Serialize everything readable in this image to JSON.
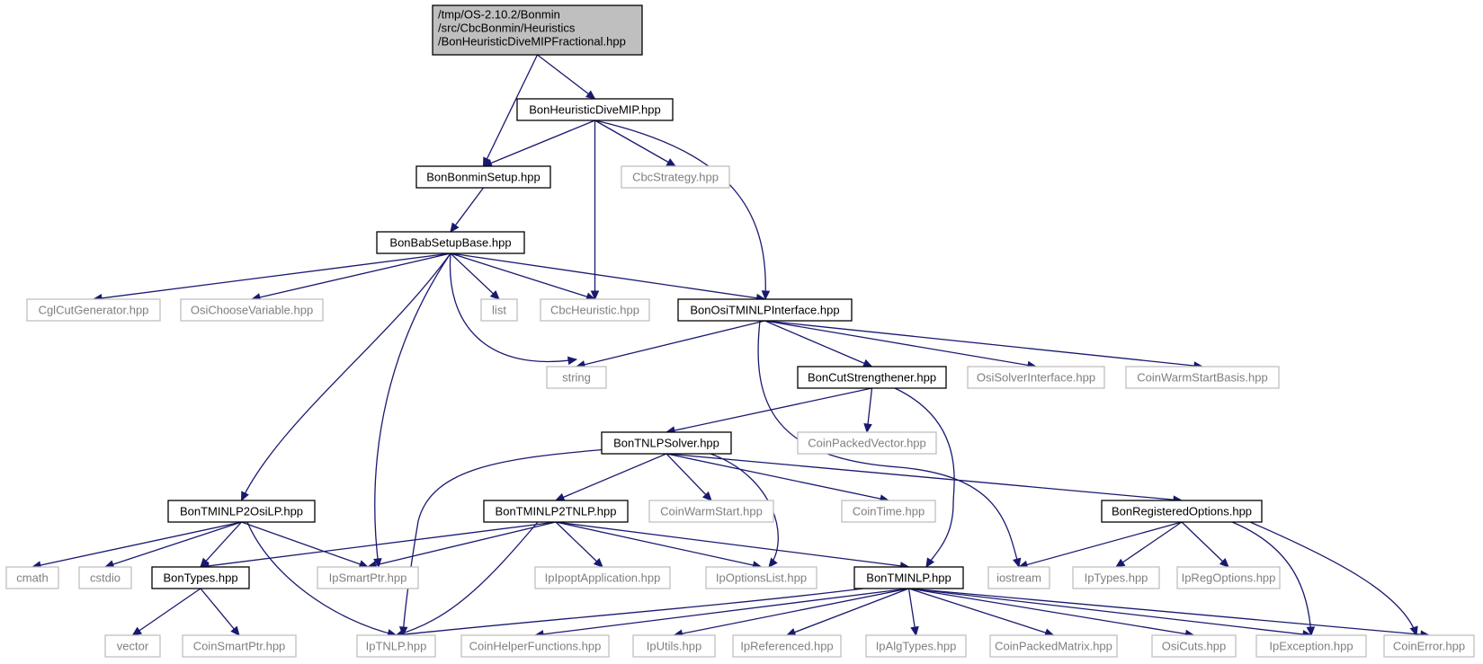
{
  "root": {
    "id": "root",
    "lines": [
      "/tmp/OS-2.10.2/Bonmin",
      "/src/CbcBonmin/Heuristics",
      "/BonHeuristicDiveMIPFractional.hpp"
    ]
  },
  "nodes": [
    {
      "id": "n_divemip",
      "label": "BonHeuristicDiveMIP.hpp",
      "style": "solid"
    },
    {
      "id": "n_bonminsetup",
      "label": "BonBonminSetup.hpp",
      "style": "solid"
    },
    {
      "id": "n_cbcstrategy",
      "label": "CbcStrategy.hpp",
      "style": "missing"
    },
    {
      "id": "n_babsetup",
      "label": "BonBabSetupBase.hpp",
      "style": "solid"
    },
    {
      "id": "n_cglcut",
      "label": "CglCutGenerator.hpp",
      "style": "missing"
    },
    {
      "id": "n_osichoose",
      "label": "OsiChooseVariable.hpp",
      "style": "missing"
    },
    {
      "id": "n_list",
      "label": "list",
      "style": "missing"
    },
    {
      "id": "n_cbcheur",
      "label": "CbcHeuristic.hpp",
      "style": "missing"
    },
    {
      "id": "n_ositminlp",
      "label": "BonOsiTMINLPInterface.hpp",
      "style": "solid"
    },
    {
      "id": "n_string",
      "label": "string",
      "style": "missing"
    },
    {
      "id": "n_cutstr",
      "label": "BonCutStrengthener.hpp",
      "style": "solid"
    },
    {
      "id": "n_osisolver",
      "label": "OsiSolverInterface.hpp",
      "style": "missing"
    },
    {
      "id": "n_coinwsbasis",
      "label": "CoinWarmStartBasis.hpp",
      "style": "missing"
    },
    {
      "id": "n_coinpackedvec",
      "label": "CoinPackedVector.hpp",
      "style": "missing"
    },
    {
      "id": "n_tnlpsolver",
      "label": "BonTNLPSolver.hpp",
      "style": "solid"
    },
    {
      "id": "n_tminlp2osilp",
      "label": "BonTMINLP2OsiLP.hpp",
      "style": "solid"
    },
    {
      "id": "n_tminlp2tnlp",
      "label": "BonTMINLP2TNLP.hpp",
      "style": "solid"
    },
    {
      "id": "n_coinws",
      "label": "CoinWarmStart.hpp",
      "style": "missing"
    },
    {
      "id": "n_cointime",
      "label": "CoinTime.hpp",
      "style": "missing"
    },
    {
      "id": "n_regopts",
      "label": "BonRegisteredOptions.hpp",
      "style": "solid"
    },
    {
      "id": "n_cmath",
      "label": "cmath",
      "style": "missing"
    },
    {
      "id": "n_cstdio",
      "label": "cstdio",
      "style": "missing"
    },
    {
      "id": "n_bontypes",
      "label": "BonTypes.hpp",
      "style": "solid"
    },
    {
      "id": "n_ipsmartptr",
      "label": "IpSmartPtr.hpp",
      "style": "missing"
    },
    {
      "id": "n_ipipoptapp",
      "label": "IpIpoptApplication.hpp",
      "style": "missing"
    },
    {
      "id": "n_ipoptlist",
      "label": "IpOptionsList.hpp",
      "style": "missing"
    },
    {
      "id": "n_tminlp",
      "label": "BonTMINLP.hpp",
      "style": "solid"
    },
    {
      "id": "n_iostream",
      "label": "iostream",
      "style": "missing"
    },
    {
      "id": "n_iptypes",
      "label": "IpTypes.hpp",
      "style": "missing"
    },
    {
      "id": "n_ipregopts",
      "label": "IpRegOptions.hpp",
      "style": "missing"
    },
    {
      "id": "n_vector",
      "label": "vector",
      "style": "missing"
    },
    {
      "id": "n_coinsmartptr",
      "label": "CoinSmartPtr.hpp",
      "style": "missing"
    },
    {
      "id": "n_iptnlp",
      "label": "IpTNLP.hpp",
      "style": "missing"
    },
    {
      "id": "n_coinhelper",
      "label": "CoinHelperFunctions.hpp",
      "style": "missing"
    },
    {
      "id": "n_iputils",
      "label": "IpUtils.hpp",
      "style": "missing"
    },
    {
      "id": "n_ipreferenced",
      "label": "IpReferenced.hpp",
      "style": "missing"
    },
    {
      "id": "n_ipalgtypes",
      "label": "IpAlgTypes.hpp",
      "style": "missing"
    },
    {
      "id": "n_coinpackedmat",
      "label": "CoinPackedMatrix.hpp",
      "style": "missing"
    },
    {
      "id": "n_osicuts",
      "label": "OsiCuts.hpp",
      "style": "missing"
    },
    {
      "id": "n_ipexception",
      "label": "IpException.hpp",
      "style": "missing"
    },
    {
      "id": "n_coinerror",
      "label": "CoinError.hpp",
      "style": "missing"
    }
  ],
  "edges": [
    [
      "root",
      "n_divemip"
    ],
    [
      "root",
      "n_bonminsetup"
    ],
    [
      "n_divemip",
      "n_bonminsetup"
    ],
    [
      "n_divemip",
      "n_cbcheur"
    ],
    [
      "n_divemip",
      "n_cbcstrategy"
    ],
    [
      "n_divemip",
      "n_ositminlp"
    ],
    [
      "n_bonminsetup",
      "n_babsetup"
    ],
    [
      "n_babsetup",
      "n_cglcut"
    ],
    [
      "n_babsetup",
      "n_osichoose"
    ],
    [
      "n_babsetup",
      "n_list"
    ],
    [
      "n_babsetup",
      "n_cbcheur"
    ],
    [
      "n_babsetup",
      "n_ositminlp"
    ],
    [
      "n_babsetup",
      "n_string"
    ],
    [
      "n_babsetup",
      "n_tminlp2osilp"
    ],
    [
      "n_babsetup",
      "n_ipsmartptr"
    ],
    [
      "n_ositminlp",
      "n_string"
    ],
    [
      "n_ositminlp",
      "n_cutstr"
    ],
    [
      "n_ositminlp",
      "n_osisolver"
    ],
    [
      "n_ositminlp",
      "n_coinwsbasis"
    ],
    [
      "n_ositminlp",
      "n_iostream"
    ],
    [
      "n_cutstr",
      "n_tnlpsolver"
    ],
    [
      "n_cutstr",
      "n_coinpackedvec"
    ],
    [
      "n_cutstr",
      "n_tminlp"
    ],
    [
      "n_tnlpsolver",
      "n_tminlp2tnlp"
    ],
    [
      "n_tnlpsolver",
      "n_coinws"
    ],
    [
      "n_tnlpsolver",
      "n_cointime"
    ],
    [
      "n_tnlpsolver",
      "n_regopts"
    ],
    [
      "n_tnlpsolver",
      "n_ipoptlist"
    ],
    [
      "n_tnlpsolver",
      "n_iptnlp"
    ],
    [
      "n_tminlp2osilp",
      "n_cmath"
    ],
    [
      "n_tminlp2osilp",
      "n_cstdio"
    ],
    [
      "n_tminlp2osilp",
      "n_bontypes"
    ],
    [
      "n_tminlp2osilp",
      "n_ipsmartptr"
    ],
    [
      "n_tminlp2osilp",
      "n_iptnlp"
    ],
    [
      "n_tminlp2tnlp",
      "n_bontypes"
    ],
    [
      "n_tminlp2tnlp",
      "n_ipsmartptr"
    ],
    [
      "n_tminlp2tnlp",
      "n_ipipoptapp"
    ],
    [
      "n_tminlp2tnlp",
      "n_ipoptlist"
    ],
    [
      "n_tminlp2tnlp",
      "n_tminlp"
    ],
    [
      "n_tminlp2tnlp",
      "n_iptnlp"
    ],
    [
      "n_regopts",
      "n_iostream"
    ],
    [
      "n_regopts",
      "n_iptypes"
    ],
    [
      "n_regopts",
      "n_ipregopts"
    ],
    [
      "n_regopts",
      "n_ipexception"
    ],
    [
      "n_regopts",
      "n_coinerror"
    ],
    [
      "n_bontypes",
      "n_vector"
    ],
    [
      "n_bontypes",
      "n_coinsmartptr"
    ],
    [
      "n_tminlp",
      "n_iptnlp"
    ],
    [
      "n_tminlp",
      "n_coinhelper"
    ],
    [
      "n_tminlp",
      "n_iputils"
    ],
    [
      "n_tminlp",
      "n_ipreferenced"
    ],
    [
      "n_tminlp",
      "n_ipalgtypes"
    ],
    [
      "n_tminlp",
      "n_coinpackedmat"
    ],
    [
      "n_tminlp",
      "n_osicuts"
    ],
    [
      "n_tminlp",
      "n_ipexception"
    ],
    [
      "n_tminlp",
      "n_coinerror"
    ]
  ]
}
